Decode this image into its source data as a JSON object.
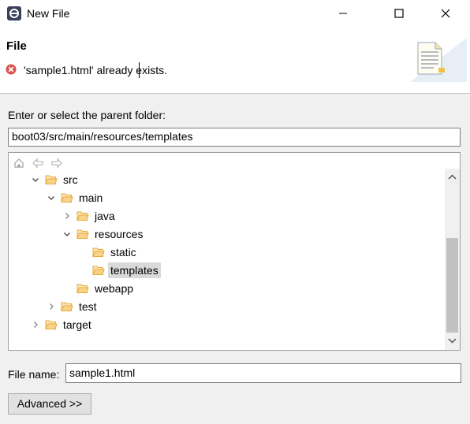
{
  "window": {
    "title": "New File",
    "controls": [
      "minimize",
      "maximize",
      "close"
    ]
  },
  "banner": {
    "title": "File",
    "error_message": "'sample1.html' already exists.",
    "error_icon": "error-icon"
  },
  "parent_folder": {
    "label": "Enter or select the parent folder:",
    "value": "boot03/src/main/resources/templates"
  },
  "tree": {
    "nav_icons": [
      "home-icon",
      "back-icon",
      "forward-icon"
    ],
    "items": [
      {
        "label": "src",
        "state": "expanded",
        "depth": 0
      },
      {
        "label": "main",
        "state": "expanded",
        "depth": 1
      },
      {
        "label": "java",
        "state": "collapsed",
        "depth": 2
      },
      {
        "label": "resources",
        "state": "expanded",
        "depth": 2
      },
      {
        "label": "static",
        "state": "leaf",
        "depth": 3
      },
      {
        "label": "templates",
        "state": "leaf",
        "depth": 3,
        "selected": true
      },
      {
        "label": "webapp",
        "state": "leaf",
        "depth": 2
      },
      {
        "label": "test",
        "state": "collapsed",
        "depth": 1
      },
      {
        "label": "target",
        "state": "collapsed",
        "depth": 0
      }
    ]
  },
  "file_name": {
    "label": "File name:",
    "value": "sample1.html"
  },
  "advanced_button": "Advanced >>",
  "colors": {
    "folder": "#e8a93a",
    "error": "#d9534f",
    "selection": "#d9d9d9"
  }
}
